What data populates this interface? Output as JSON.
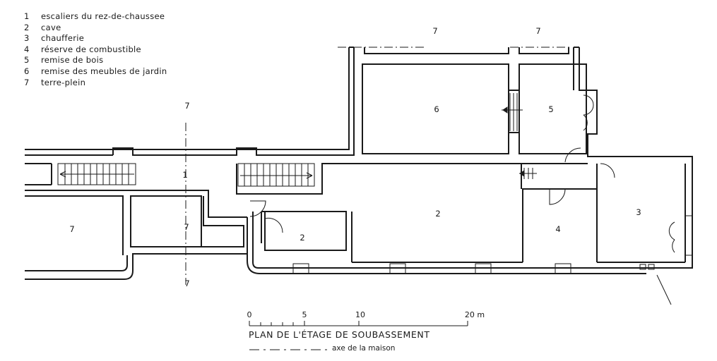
{
  "legend": [
    {
      "num": "1",
      "label": "escaliers du rez-de-chaussee"
    },
    {
      "num": "2",
      "label": "cave"
    },
    {
      "num": "3",
      "label": "chaufferie"
    },
    {
      "num": "4",
      "label": "réserve de combustible"
    },
    {
      "num": "5",
      "label": "remise de bois"
    },
    {
      "num": "6",
      "label": "remise des meubles de jardin"
    },
    {
      "num": "7",
      "label": "terre-plein"
    }
  ],
  "room_labels": {
    "terre_plein_top_center": "7",
    "terre_plein_top_right": "7",
    "terre_plein_axis_top": "7",
    "remise_meubles": "6",
    "remise_bois": "5",
    "escaliers": "1",
    "terre_plein_left": "7",
    "terre_plein_mid": "7",
    "cave_small": "2",
    "cave_main": "2",
    "reserve_combustible": "4",
    "chaufferie": "3",
    "terre_plein_axis_bottom": "7"
  },
  "scale": {
    "ticks": [
      "0",
      "5",
      "10",
      "20 m"
    ],
    "title": "PLAN DE L'ÉTAGE DE SOUBASSEMENT",
    "axis_label": "axe de la maison"
  }
}
